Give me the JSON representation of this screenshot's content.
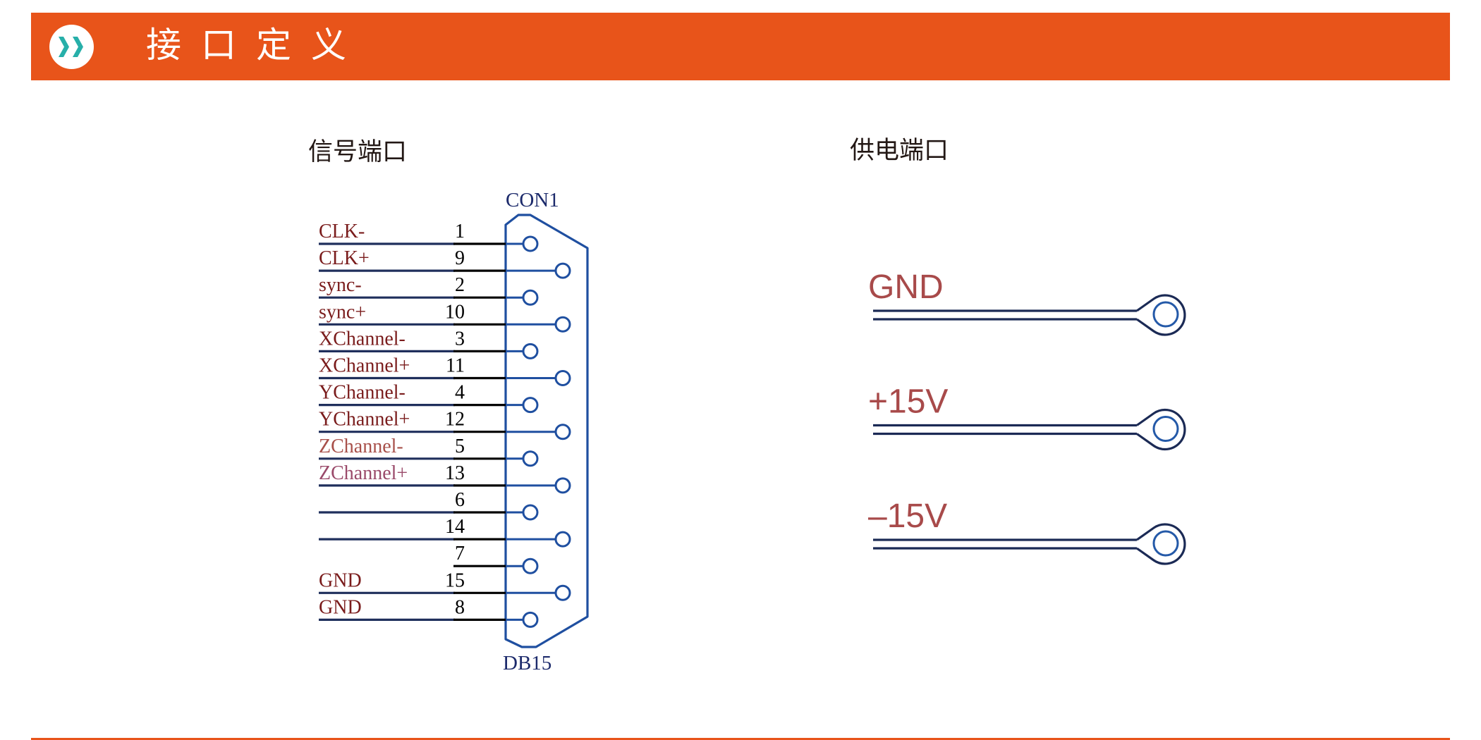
{
  "header": {
    "title": "接口定义",
    "icon": "double-chevron-right-icon",
    "bar_color": "#E8541A",
    "icon_color": "#27AFA9"
  },
  "signal_port": {
    "title": "信号端口",
    "connector_ref": "CON1",
    "connector_type": "DB15",
    "pins": [
      {
        "label": "CLK-",
        "pin": "1",
        "color": "#7A1C1C"
      },
      {
        "label": "CLK+",
        "pin": "9",
        "color": "#7A1C1C"
      },
      {
        "label": "sync-",
        "pin": "2",
        "color": "#7A1C1C"
      },
      {
        "label": "sync+",
        "pin": "10",
        "color": "#7A1C1C"
      },
      {
        "label": "XChannel-",
        "pin": "3",
        "color": "#7A1C1C"
      },
      {
        "label": "XChannel+",
        "pin": "11",
        "color": "#7A1C1C"
      },
      {
        "label": "YChannel-",
        "pin": "4",
        "color": "#7A1C1C"
      },
      {
        "label": "YChannel+",
        "pin": "12",
        "color": "#7A1C1C"
      },
      {
        "label": "ZChannel-",
        "pin": "5",
        "color": "#A8504A"
      },
      {
        "label": "ZChannel+",
        "pin": "13",
        "color": "#9A4A6A"
      },
      {
        "label": "",
        "pin": "6",
        "color": "#7A1C1C"
      },
      {
        "label": "",
        "pin": "14",
        "color": "#7A1C1C"
      },
      {
        "label": "",
        "pin": "7",
        "color": "#7A1C1C",
        "no_wire": true
      },
      {
        "label": "GND",
        "pin": "15",
        "color": "#7A1C1C"
      },
      {
        "label": "GND",
        "pin": "8",
        "color": "#7A1C1C"
      }
    ]
  },
  "power_port": {
    "title": "供电端口",
    "terminals": [
      {
        "label": "GND"
      },
      {
        "label": "+15V"
      },
      {
        "label": "–15V"
      }
    ]
  },
  "colors": {
    "wire": "#1F2F5C",
    "wire_end": "#000000",
    "shell": "#1F4FA0",
    "connector_text": "#1C2A6B",
    "power_label": "#A84A4A",
    "lug_outer": "#1B2A55",
    "lug_inner": "#2459A8"
  }
}
